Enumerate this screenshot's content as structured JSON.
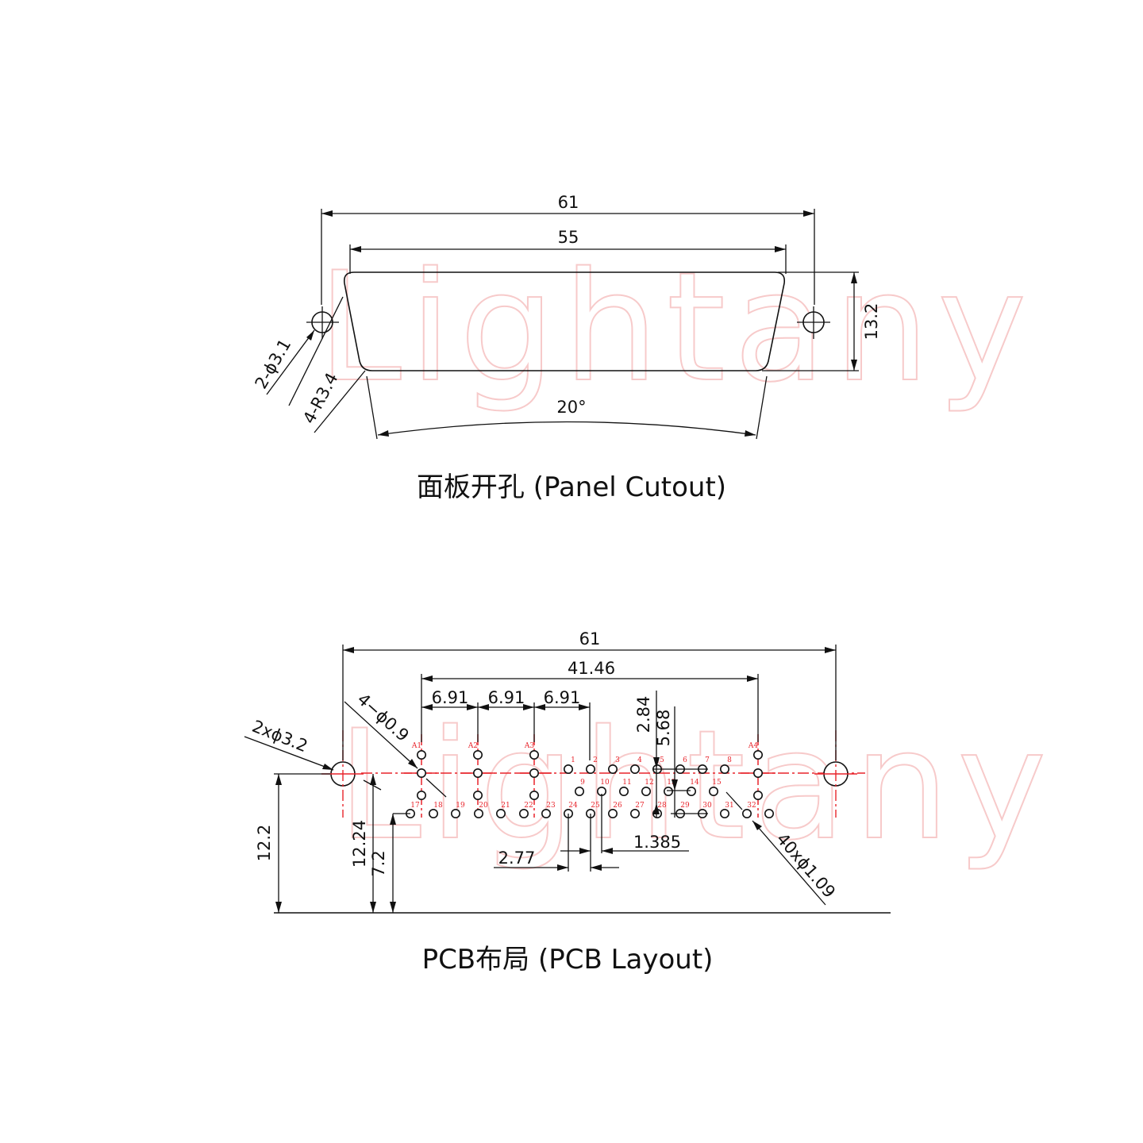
{
  "panel": {
    "caption": "面板开孔 (Panel Cutout)",
    "dim_width_outer": "61",
    "dim_width_inner": "55",
    "dim_height": "13.2",
    "dim_hole": "2-ϕ3.1",
    "dim_radius": "4-R3.4",
    "dim_angle": "20°"
  },
  "pcb": {
    "caption": "PCB布局 (PCB Layout)",
    "dim_width": "61",
    "dim_span": "41.46",
    "dim_pitch_1": "6.91",
    "dim_pitch_2": "6.91",
    "dim_pitch_3": "6.91",
    "dim_row_1": "2.84",
    "dim_row_2": "5.68",
    "dim_mount_hole": "2xϕ3.2",
    "dim_coax_hole": "4−ϕ0.9",
    "dim_signal_hole": "40xϕ1.09",
    "dim_h1": "12.2",
    "dim_h2": "12.24",
    "dim_h3": "7.2",
    "dim_x1": "2.77",
    "dim_x2": "1.385",
    "coax_labels": [
      "A1",
      "A2",
      "A3",
      "A4"
    ],
    "row1_labels": [
      "1",
      "2",
      "3",
      "4",
      "5",
      "6",
      "7",
      "8"
    ],
    "row2_labels": [
      "9",
      "10",
      "11",
      "12",
      "13",
      "14",
      "15"
    ],
    "row3_labels": [
      "17",
      "18",
      "19",
      "20",
      "21",
      "22",
      "23",
      "24",
      "25",
      "26",
      "27",
      "28",
      "29",
      "30",
      "31",
      "32"
    ]
  },
  "watermark": "Lightany"
}
